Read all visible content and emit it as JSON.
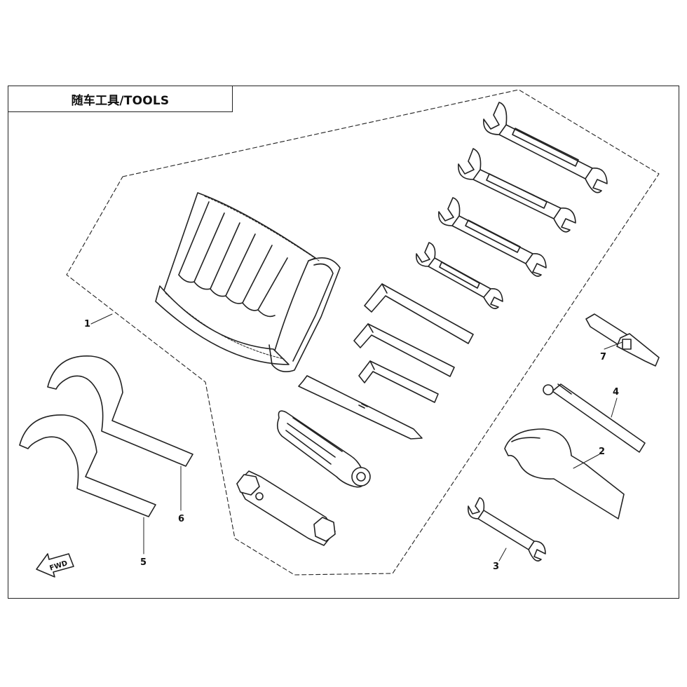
{
  "title": "随车工具/TOOLS",
  "parts": [
    {
      "id": "1",
      "label": "1"
    },
    {
      "id": "2",
      "label": "2"
    },
    {
      "id": "3",
      "label": "3"
    },
    {
      "id": "4",
      "label": "4"
    },
    {
      "id": "5",
      "label": "5"
    },
    {
      "id": "6",
      "label": "6"
    },
    {
      "id": "7",
      "label": "7"
    }
  ],
  "direction_marker": "FWD"
}
